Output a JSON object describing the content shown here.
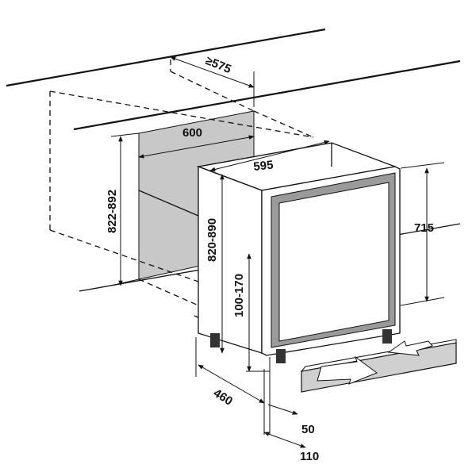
{
  "dimensions": {
    "niche_depth": "≥575",
    "niche_width": "600",
    "niche_height": "822-892",
    "appliance_width": "595",
    "appliance_height": "820-890",
    "door_height": "715",
    "plinth_height": "100-170",
    "appliance_depth": "460",
    "door_offset": "50",
    "plinth_offset": "110"
  },
  "colors": {
    "line": "#111111",
    "niche_fill": "#c8c8c8",
    "plinth_fill": "#d0d0d0",
    "window_frame": "#9a9a9a",
    "window_glass": "#ffffff"
  }
}
